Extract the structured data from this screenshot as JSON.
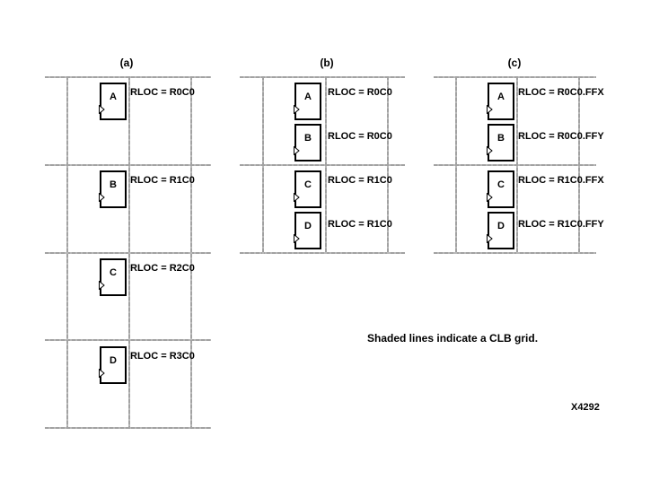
{
  "caption": "Shaded lines indicate a CLB grid.",
  "figure_number": "X4292",
  "colors": {
    "background": "#ffffff",
    "grid_line": "#aaaaaa",
    "box_border": "#000000",
    "text": "#000000"
  },
  "diagrams": [
    {
      "label": "(a)",
      "cells": [
        {
          "name": "A",
          "rloc": "RLOC = R0C0"
        },
        {
          "name": "B",
          "rloc": "RLOC = R1C0"
        },
        {
          "name": "C",
          "rloc": "RLOC = R2C0"
        },
        {
          "name": "D",
          "rloc": "RLOC = R3C0"
        }
      ]
    },
    {
      "label": "(b)",
      "cells": [
        {
          "name": "A",
          "rloc": "RLOC = R0C0"
        },
        {
          "name": "B",
          "rloc": "RLOC = R0C0"
        },
        {
          "name": "C",
          "rloc": "RLOC = R1C0"
        },
        {
          "name": "D",
          "rloc": "RLOC = R1C0"
        }
      ]
    },
    {
      "label": "(c)",
      "cells": [
        {
          "name": "A",
          "rloc": "RLOC = R0C0.FFX"
        },
        {
          "name": "B",
          "rloc": "RLOC = R0C0.FFY"
        },
        {
          "name": "C",
          "rloc": "RLOC = R1C0.FFX"
        },
        {
          "name": "D",
          "rloc": "RLOC = R1C0.FFY"
        }
      ]
    }
  ]
}
